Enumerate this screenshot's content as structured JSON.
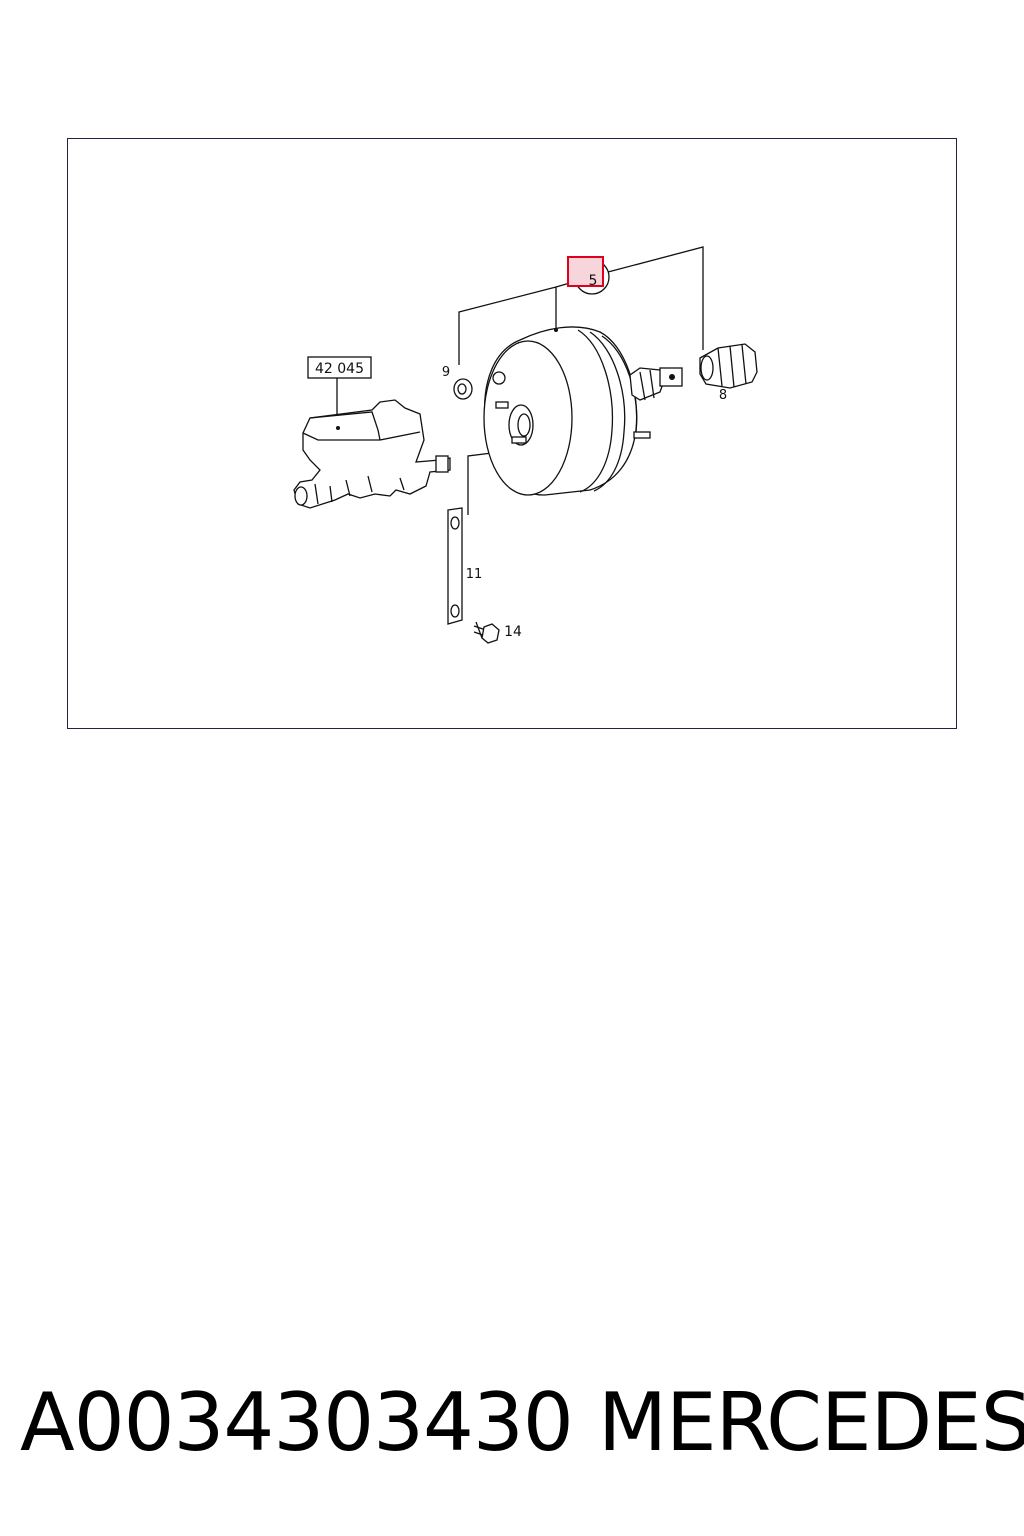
{
  "diagram": {
    "labels": {
      "ref_42045": "42 045",
      "part_5": "5",
      "part_8": "8",
      "part_9": "9",
      "part_11": "11",
      "part_14": "14"
    },
    "highlight_color": "#e0001b",
    "highlight_fill": "#f6d6da"
  },
  "caption": {
    "part_number": "A0034303430",
    "brand": "MERCEDES"
  }
}
